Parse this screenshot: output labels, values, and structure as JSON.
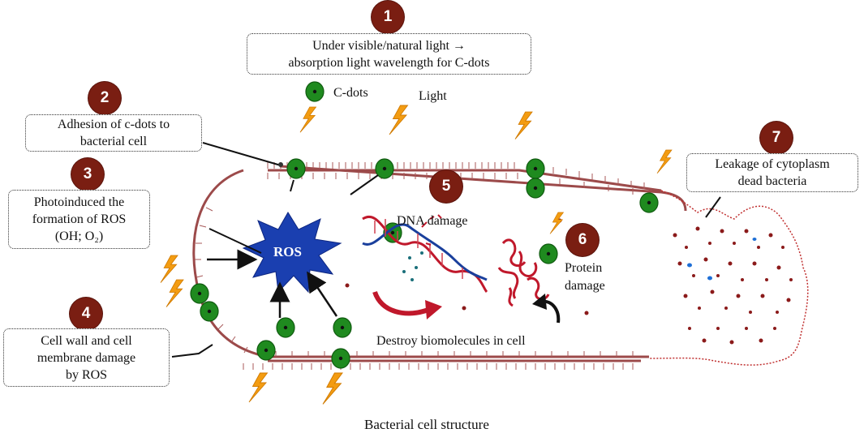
{
  "steps": [
    {
      "number": "1",
      "lines": [
        "Under visible/natural light →",
        "absorption light wavelength for C-dots"
      ]
    },
    {
      "number": "2",
      "lines": [
        "Adhesion of c-dots to",
        "bacterial cell"
      ]
    },
    {
      "number": "3",
      "lines": [
        "Photoinduced the",
        "formation of ROS",
        "(OH;   O₂)"
      ]
    },
    {
      "number": "4",
      "lines": [
        "Cell wall and cell",
        "membrane damage",
        "by ROS"
      ]
    },
    {
      "number": "5",
      "label": "DNA damage"
    },
    {
      "number": "6",
      "lines": [
        "Protein",
        "damage"
      ]
    },
    {
      "number": "7",
      "lines": [
        "Leakage of cytoplasm",
        "dead bacteria"
      ]
    }
  ],
  "labels": {
    "cdots": "C-dots",
    "light": "Light",
    "ros": "ROS",
    "destroy": "Destroy biomolecules in cell",
    "caption": "Bacterial cell structure"
  },
  "colors": {
    "step_circle": "#7a1e12",
    "membrane": "#9c4a4a",
    "cdot_fill": "#1f8a1f",
    "lightning": "#f39c12",
    "ros_star": "#1a3fb0",
    "dna_red": "#c0182b",
    "dna_blue": "#1a3f9c"
  }
}
